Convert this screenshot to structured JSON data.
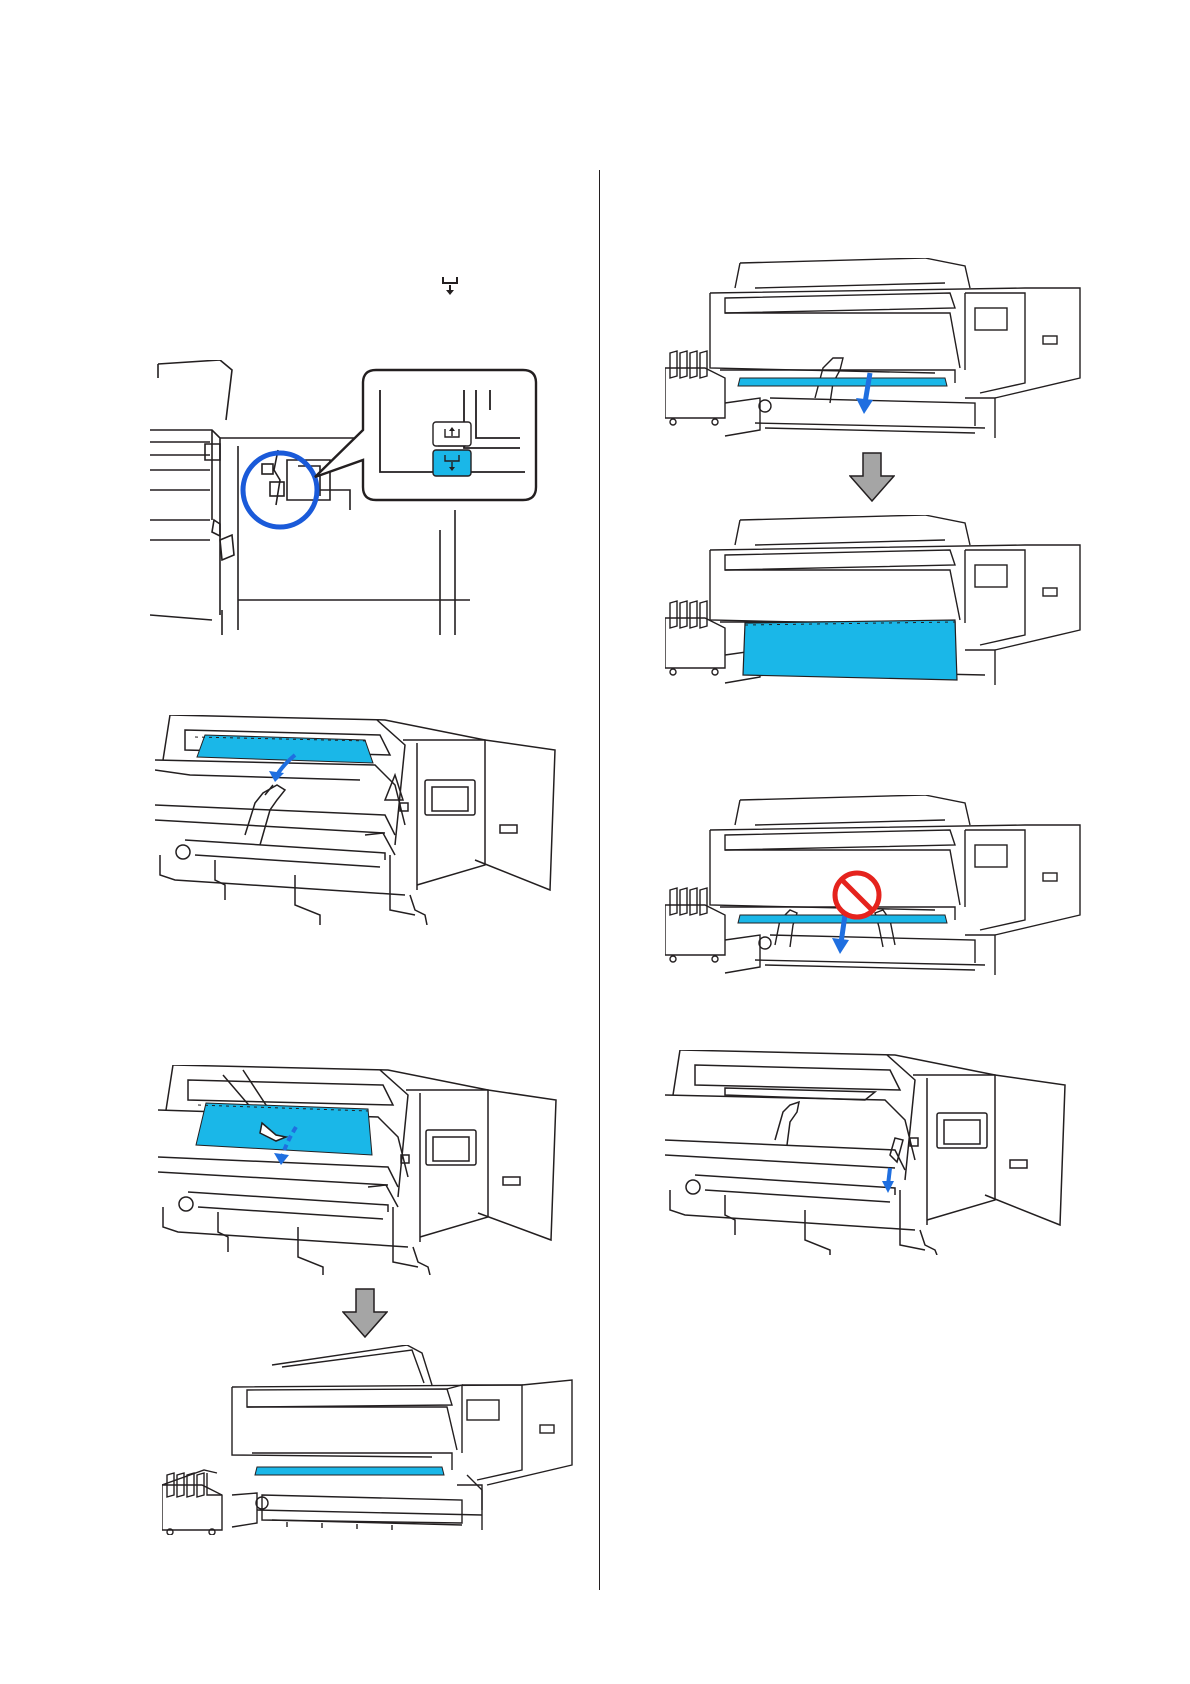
{
  "page": {
    "background": "#ffffff",
    "accent_blue": "#1ab7e8",
    "ring_blue": "#1a5ad9",
    "arrow_blue": "#1f6fe0",
    "arrow_gray": "#a5a5a5",
    "prohibit_red": "#e5231d"
  },
  "step_text": {
    "icon_name": "media-feed-down-icon"
  },
  "figures": [
    {
      "id": "fig-control-panel-zoom",
      "icons": [
        "media-up-button-icon",
        "media-down-button-icon"
      ]
    },
    {
      "id": "fig-pull-media-front"
    },
    {
      "id": "fig-slide-media-down-open-cover"
    },
    {
      "id": "fig-printer-overview-cover-open"
    },
    {
      "id": "fig-pull-media-down"
    },
    {
      "id": "fig-media-hanging-full"
    },
    {
      "id": "fig-do-not-pull-both-hands",
      "icons": [
        "prohibited-icon"
      ]
    },
    {
      "id": "fig-lower-load-lever"
    }
  ]
}
